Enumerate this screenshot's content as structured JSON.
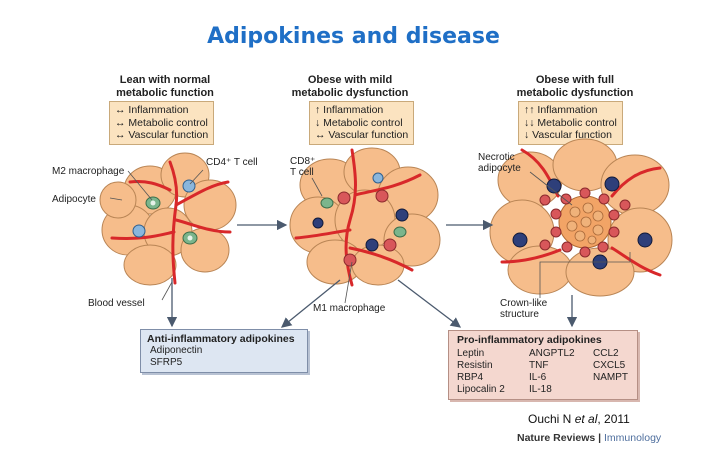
{
  "title": "Adipokines and disease",
  "panels": [
    {
      "heading": "Lean with normal metabolic function",
      "heading_lines": [
        "Lean with normal",
        "metabolic function"
      ],
      "states": [
        "↔ Inflammation",
        "↔ Metabolic control",
        "↔ Vascular function"
      ]
    },
    {
      "heading": "Obese with mild metabolic dysfunction",
      "heading_lines": [
        "Obese with mild",
        "metabolic dysfunction"
      ],
      "states": [
        "↑ Inflammation",
        "↓ Metabolic control",
        "↔ Vascular function"
      ]
    },
    {
      "heading": "Obese with full metabolic dysfunction",
      "heading_lines": [
        "Obese with full",
        "metabolic dysfunction"
      ],
      "states": [
        "↑↑ Inflammation",
        "↓↓ Metabolic control",
        "↓ Vascular function"
      ]
    }
  ],
  "labels": {
    "m2": "M2 macrophage",
    "cd4": "CD4⁺ T cell",
    "adipocyte": "Adipocyte",
    "blood_vessel": "Blood vessel",
    "cd8_line1": "CD8⁺",
    "cd8_line2": "T cell",
    "m1": "M1 macrophage",
    "necrotic_line1": "Necrotic",
    "necrotic_line2": "adipocyte",
    "crown_line1": "Crown-like",
    "crown_line2": "structure"
  },
  "anti": {
    "title": "Anti-inflammatory adipokines",
    "items": [
      "Adiponectin",
      "SFRP5"
    ]
  },
  "pro": {
    "title": "Pro-inflammatory adipokines",
    "col1": [
      "Leptin",
      "Resistin",
      "RBP4",
      "Lipocalin 2"
    ],
    "col2": [
      "ANGPTL2",
      "TNF",
      "IL-6",
      "IL-18"
    ],
    "col3": [
      "CCL2",
      "CXCL5",
      "NAMPT"
    ]
  },
  "citation": {
    "pre": "Ouchi N ",
    "etal": "et al",
    "post": ", 2011"
  },
  "journal": {
    "name": "Nature Reviews",
    "sep": " | ",
    "section": "Immunology"
  },
  "colors": {
    "title": "#1f6fc6",
    "adipocyte_fill": "#f6bd8b",
    "adipocyte_stroke": "#b98555",
    "vessel": "#d8282a",
    "m2_cell": "#7bb58c",
    "m1_cell": "#d8575a",
    "t_cell": "#8ab6dc",
    "cd8_cell": "#2e3f7a"
  }
}
